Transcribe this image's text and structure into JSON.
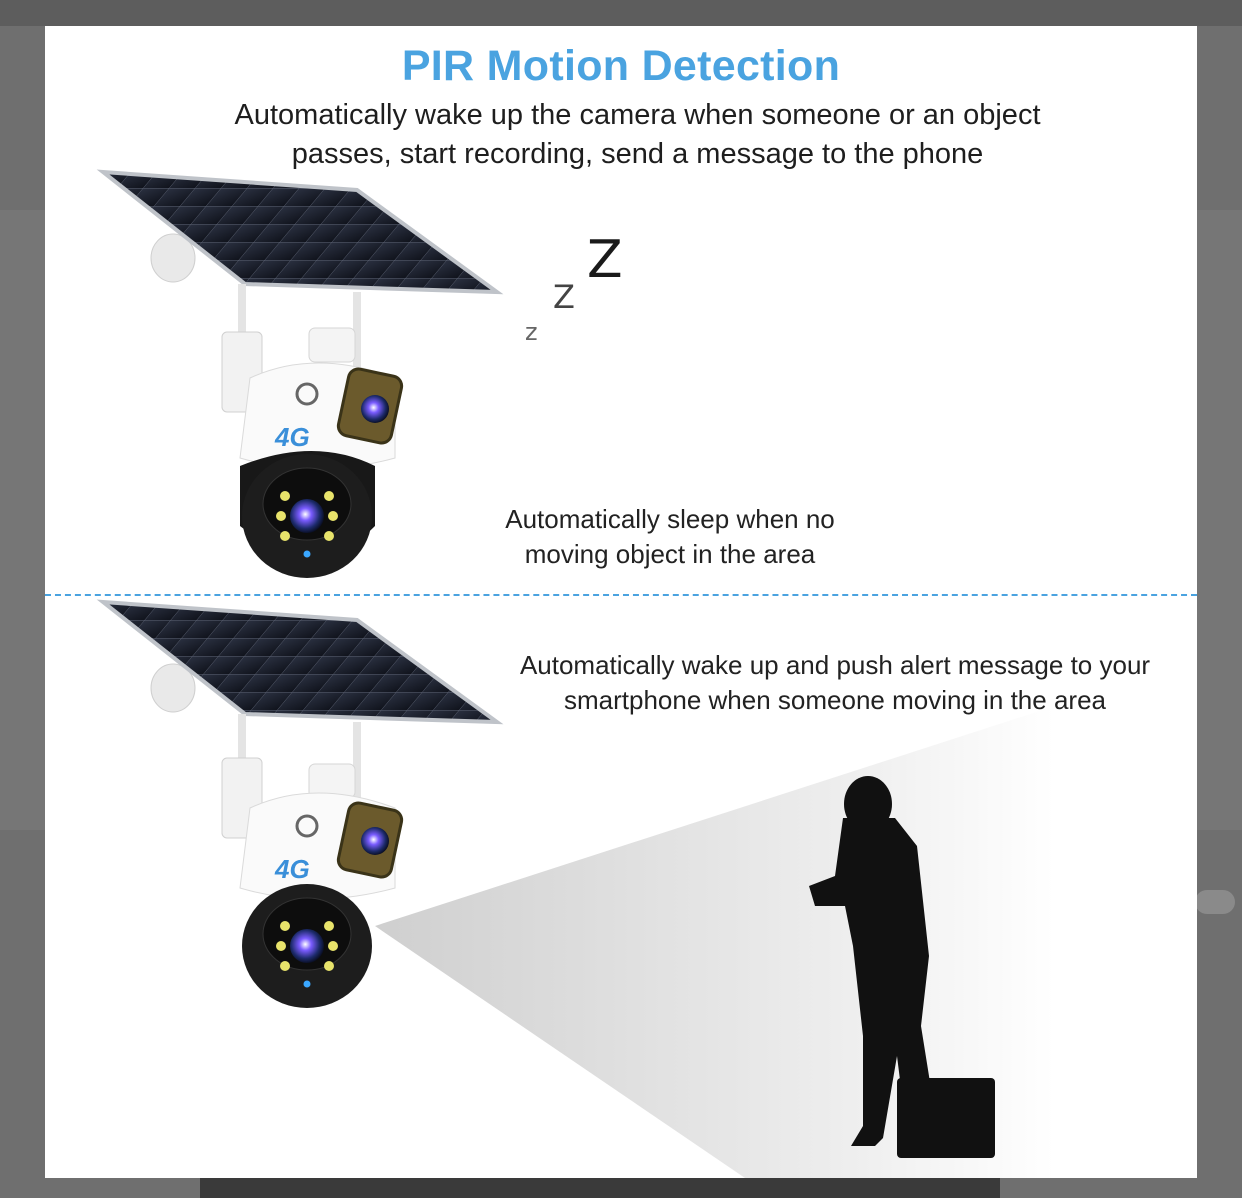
{
  "page": {
    "title": "PIR Motion Detection",
    "subtitle": "Automatically wake up the camera when someone or an object passes, start recording, send a message to the phone",
    "sleep_caption": "Automatically sleep when no moving object in the area",
    "wake_caption": "Automatically wake up and push alert message to your smartphone when someone moving in the area",
    "zz": [
      "z",
      "Z",
      "Z"
    ],
    "camera_badge": "4G"
  },
  "colors": {
    "accent": "#4aa3e0",
    "panel": "#1e2230",
    "silhouette": "#111111",
    "backdrop": "#6f6f6f"
  },
  "icons": [
    "solar-panel-icon",
    "camera-icon",
    "person-silhouette-icon",
    "sleep-zz-icon"
  ]
}
